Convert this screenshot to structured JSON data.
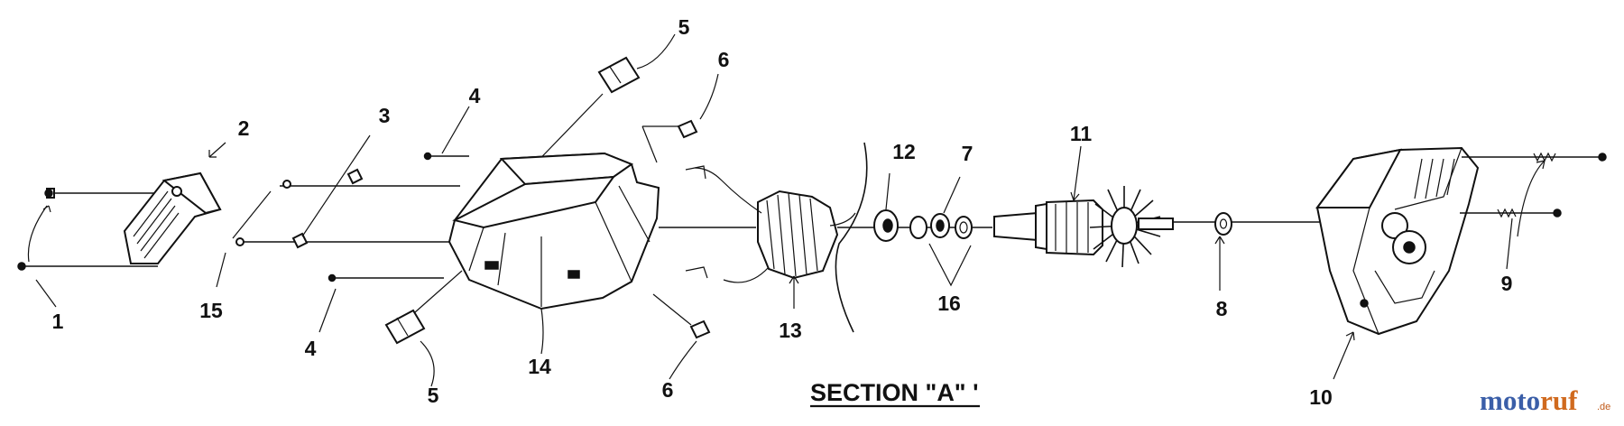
{
  "diagram": {
    "section_title": "SECTION \"A\" '",
    "watermark": {
      "text_a": "moto",
      "text_b": "ruf",
      "suffix": ".de",
      "color_a": "#3a5ea8",
      "color_b": "#d06a1e"
    },
    "labels": {
      "p1": "1",
      "p2": "2",
      "p3": "3",
      "p4a": "4",
      "p4b": "4",
      "p5a": "5",
      "p5b": "5",
      "p6a": "6",
      "p6b": "6",
      "p7": "7",
      "p8": "8",
      "p9": "9",
      "p10": "10",
      "p11": "11",
      "p12": "12",
      "p13": "13",
      "p14": "14",
      "p15": "15",
      "p16": "16"
    }
  }
}
